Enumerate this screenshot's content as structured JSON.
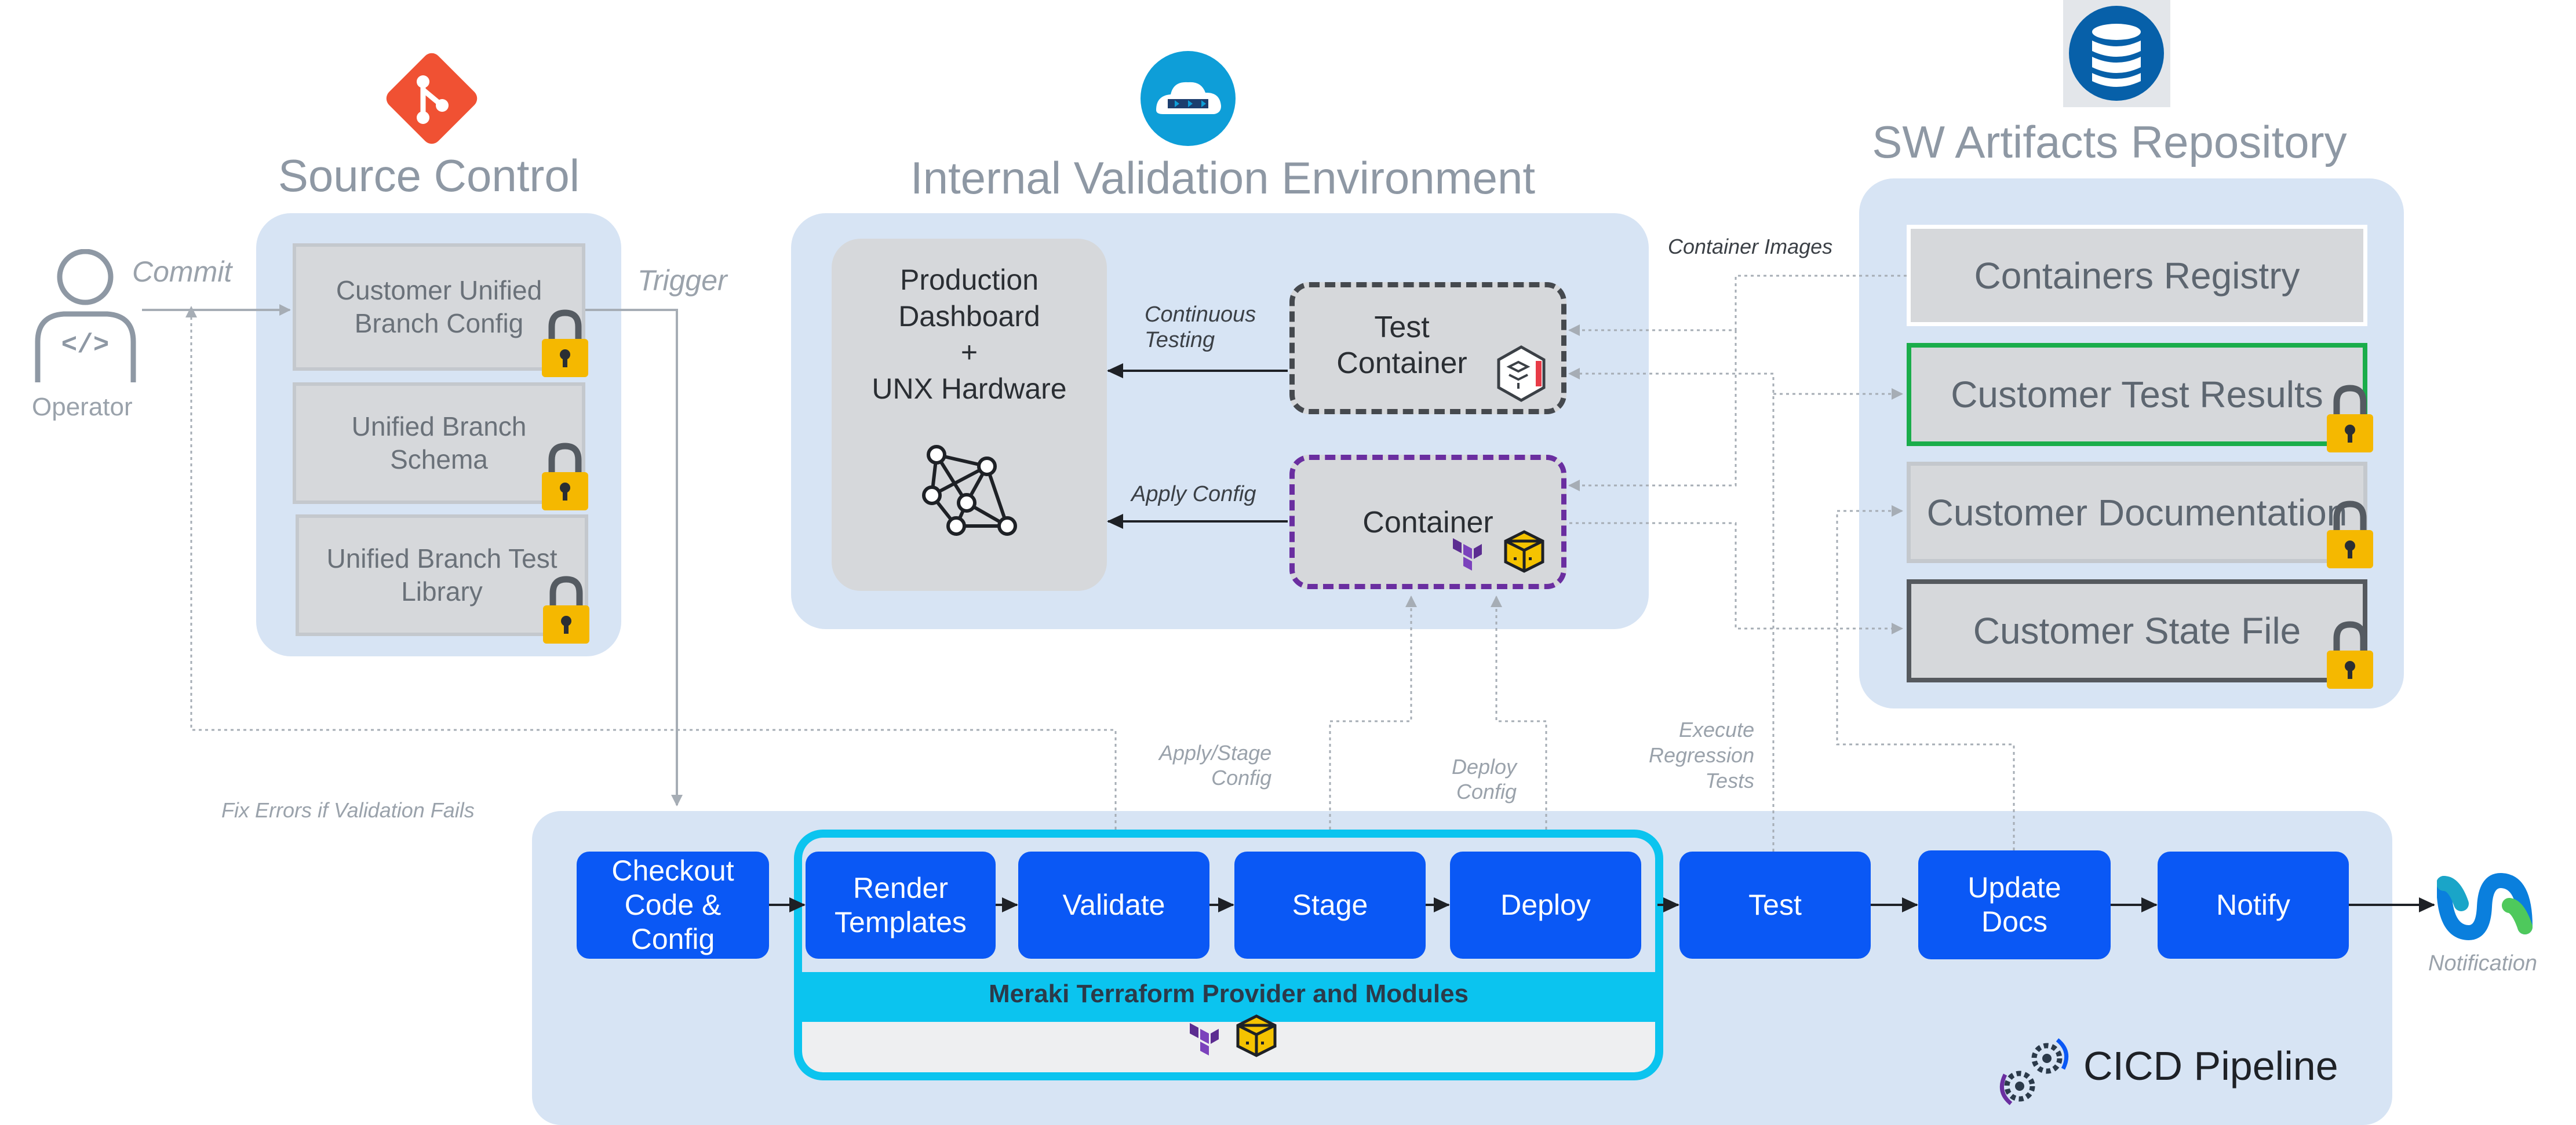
{
  "source_control": {
    "title": "Source Control",
    "items": [
      "Customer Unified Branch Config",
      "Unified Branch Schema",
      "Unified Branch Test Library"
    ]
  },
  "validation_env": {
    "title": "Internal Validation Environment",
    "dashboard_lines": [
      "Production",
      "Dashboard",
      "+",
      "UNX Hardware"
    ],
    "test_container_lines": [
      "Test",
      "Container"
    ],
    "container_label": "Container",
    "continuous_testing_lines": [
      "Continuous",
      "Testing"
    ],
    "apply_config": "Apply Config"
  },
  "artifacts": {
    "title": "SW Artifacts Repository",
    "items": [
      "Containers Registry",
      "Customer Test Results",
      "Customer Documentation",
      "Customer State File"
    ],
    "container_images": "Container Images"
  },
  "operator": {
    "label": "Operator",
    "commit": "Commit",
    "trigger": "Trigger"
  },
  "labels": {
    "fix_errors": "Fix Errors if Validation Fails",
    "apply_stage_lines": [
      "Apply/Stage",
      "Config"
    ],
    "deploy_config_lines": [
      "Deploy",
      "Config"
    ],
    "execute_regression_lines": [
      "Execute",
      "Regression",
      "Tests"
    ],
    "notification": "Notification"
  },
  "pipeline": {
    "title": "CICD Pipeline",
    "provider_label": "Meraki Terraform Provider and Modules",
    "stages": [
      {
        "lines": [
          "Checkout",
          "Code &",
          "Config"
        ]
      },
      {
        "lines": [
          "Render",
          "Templates"
        ]
      },
      {
        "lines": [
          "Validate"
        ]
      },
      {
        "lines": [
          "Stage"
        ]
      },
      {
        "lines": [
          "Deploy"
        ]
      },
      {
        "lines": [
          "Test"
        ]
      },
      {
        "lines": [
          "Update",
          "Docs"
        ]
      },
      {
        "lines": [
          "Notify"
        ]
      }
    ]
  },
  "icons": {
    "git": "git-logo-icon",
    "cloud": "cloud-container-icon",
    "database": "database-icon",
    "lock": "padlock-icon",
    "operator": "operator-code-icon",
    "network": "network-graph-icon",
    "terraform": "terraform-icon",
    "package": "package-cube-icon",
    "webex": "webex-logo-icon",
    "gears": "gears-icon"
  },
  "colors": {
    "panel": "#d7e4f4",
    "stage": "#0a58f5",
    "provider_frame": "#0bc4ef",
    "git": "#f05133",
    "green": "#1aad4b",
    "purple": "#6a2ea0",
    "lock": "#f5b800"
  }
}
